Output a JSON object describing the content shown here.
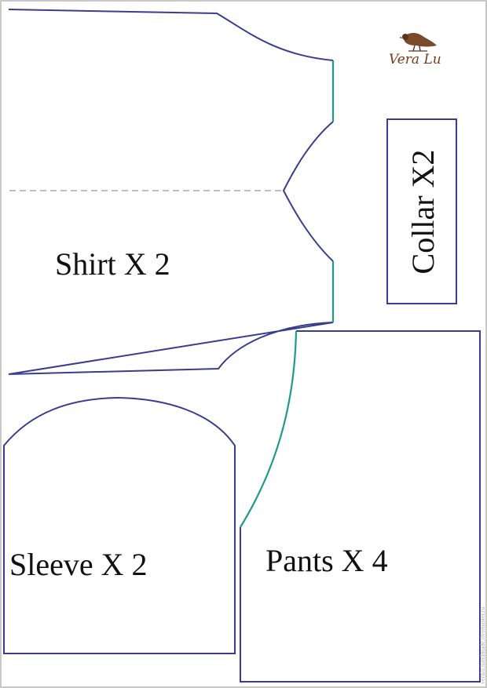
{
  "pieces": {
    "shirt": {
      "label": "Shirt X 2"
    },
    "collar": {
      "label": "Collar X2"
    },
    "sleeve": {
      "label": "Sleeve X 2"
    },
    "pants": {
      "label": "Pants X 4"
    }
  },
  "logo": {
    "text": "Vera Lu",
    "icon": "bird-icon"
  },
  "watermark": {
    "text": "veralu.handmade.livemaster.ru"
  },
  "colors": {
    "outline": "#3a3d8f",
    "seam": "#1f9a8a",
    "foldline": "#aaaaaa",
    "border": "#c8c8c8",
    "text": "#111111",
    "logo_text": "#7a3a1a"
  }
}
